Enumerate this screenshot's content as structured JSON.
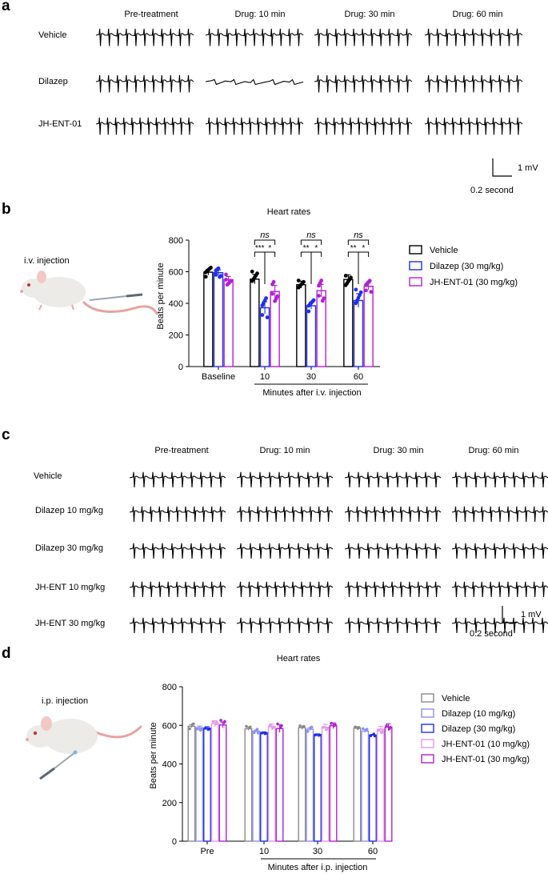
{
  "panel_labels": {
    "a": "a",
    "b": "b",
    "c": "c",
    "d": "d"
  },
  "panel_a": {
    "columns": [
      "Pre-treatment",
      "Drug: 10 min",
      "Drug: 30 min",
      "Drug: 60 min"
    ],
    "rows": [
      "Vehicle",
      "Dilazep",
      "JH-ENT-01"
    ],
    "scale_v": "1 mV",
    "scale_t": "0.2 second"
  },
  "panel_b": {
    "route_label": "i.v. injection",
    "mouse_icon": "mouse-iv-injection-illustration"
  },
  "panel_c": {
    "columns": [
      "Pre-treatment",
      "Drug: 10 min",
      "Drug: 30 min",
      "Drug: 60 min"
    ],
    "rows": [
      "Vehicle",
      "Dilazep 10 mg/kg",
      "Dilazep 30 mg/kg",
      "JH-ENT 10 mg/kg",
      "JH-ENT 30 mg/kg"
    ],
    "scale_v": "1 mV",
    "scale_t": "0.2 second"
  },
  "panel_d": {
    "route_label": "i.p. injection",
    "mouse_icon": "mouse-ip-injection-illustration"
  },
  "chart_data": [
    {
      "type": "bar",
      "title": "Heart rates",
      "ylabel": "Beats per minute",
      "xlabel": "Minutes after i.v. injection",
      "categories": [
        "Baseline",
        "10",
        "30",
        "60"
      ],
      "ylim": [
        0,
        800
      ],
      "yticks": [
        0,
        200,
        400,
        600,
        800
      ],
      "legend_position": "right",
      "series": [
        {
          "name": "Vehicle",
          "color": "#000000",
          "values": [
            597,
            553,
            518,
            551
          ],
          "sem": [
            18,
            30,
            22,
            30
          ]
        },
        {
          "name": "Dilazep (30 mg/kg)",
          "color": "#1f2ff0",
          "values": [
            594,
            372,
            385,
            418
          ],
          "sem": [
            17,
            38,
            22,
            43
          ]
        },
        {
          "name": "JH-ENT-01 (30 mg/kg)",
          "color": "#b31fd6",
          "values": [
            550,
            475,
            480,
            508
          ],
          "sem": [
            20,
            38,
            40,
            22
          ]
        }
      ],
      "significance": [
        {
          "group": "10",
          "labels": [
            "ns",
            "***",
            "*"
          ]
        },
        {
          "group": "30",
          "labels": [
            "ns",
            "**",
            "*"
          ]
        },
        {
          "group": "60",
          "labels": [
            "ns",
            "**",
            "*"
          ]
        }
      ]
    },
    {
      "type": "bar",
      "title": "Heart rates",
      "ylabel": "Beats per minute",
      "xlabel": "Minutes after i.p. injection",
      "categories": [
        "Pre",
        "10",
        "30",
        "60"
      ],
      "ylim": [
        0,
        800
      ],
      "yticks": [
        0,
        200,
        400,
        600,
        800
      ],
      "legend_position": "right",
      "series": [
        {
          "name": "Vehicle",
          "color": "#8a8a8a",
          "values": [
            595,
            582,
            588,
            585
          ],
          "sem": [
            8,
            8,
            8,
            8
          ]
        },
        {
          "name": "Dilazep (10 mg/kg)",
          "color": "#8c92f2",
          "values": [
            588,
            570,
            580,
            570
          ],
          "sem": [
            8,
            6,
            7,
            8
          ]
        },
        {
          "name": "Dilazep (30 mg/kg)",
          "color": "#1f2ff0",
          "values": [
            585,
            562,
            553,
            550
          ],
          "sem": [
            8,
            4,
            3,
            3
          ]
        },
        {
          "name": "JH-ENT-01 (10 mg/kg)",
          "color": "#e39ae8",
          "values": [
            608,
            592,
            590,
            580
          ],
          "sem": [
            15,
            15,
            15,
            15
          ]
        },
        {
          "name": "JH-ENT-01 (30 mg/kg)",
          "color": "#b31fd6",
          "values": [
            602,
            583,
            598,
            590
          ],
          "sem": [
            15,
            20,
            15,
            18
          ]
        }
      ]
    }
  ]
}
